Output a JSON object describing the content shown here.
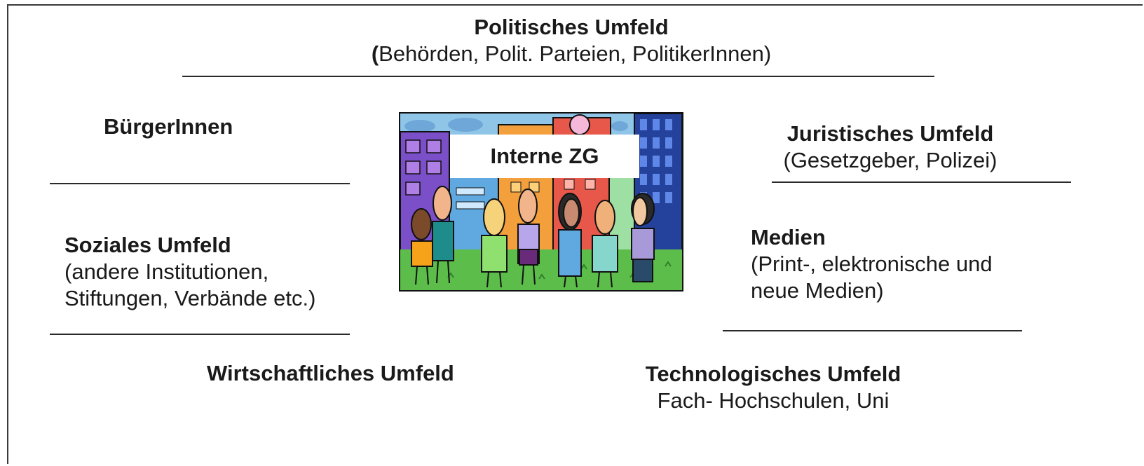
{
  "political": {
    "title": "Politisches Umfeld",
    "subtitle_open": "(",
    "subtitle_rest": "Behörden, Polit. Parteien, PolitikerInnen)"
  },
  "citizens": {
    "title": "BürgerInnen"
  },
  "social": {
    "title": "Soziales Umfeld",
    "line1": "(andere Institutionen,",
    "line2": "Stiftungen, Verbände etc.)"
  },
  "economic": {
    "title": "Wirtschaftliches Umfeld"
  },
  "center": {
    "label": "Interne ZG",
    "illustration": "group-of-people-in-city-clipart"
  },
  "legal": {
    "title": "Juristisches Umfeld",
    "subtitle": "(Gesetzgeber, Polizei)"
  },
  "media": {
    "title": "Medien",
    "line1": "(Print-, elektronische und",
    "line2": "neue Medien)"
  },
  "technological": {
    "title": "Technologisches Umfeld",
    "subtitle": "Fach- Hochschulen, Uni"
  }
}
